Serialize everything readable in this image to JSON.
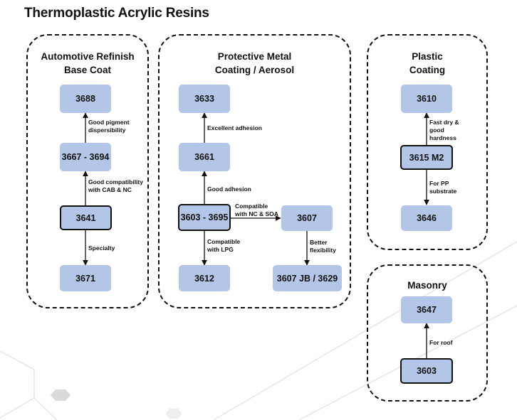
{
  "title": "Thermoplastic Acrylic Resins",
  "groups": {
    "auto": "Automotive Refinish\nBase Coat",
    "metal": "Protective Metal\nCoating / Aerosol",
    "plastic": "Plastic\nCoating",
    "masonry": "Masonry"
  },
  "nodes": {
    "n3688": "3688",
    "n3667": "3667 - 3694",
    "n3641": "3641",
    "n3671": "3671",
    "n3633": "3633",
    "n3661": "3661",
    "n3603_3695": "3603 - 3695",
    "n3607": "3607",
    "n3612": "3612",
    "n3607jb": "3607 JB / 3629",
    "n3610": "3610",
    "n3615": "3615 M2",
    "n3646": "3646",
    "n3647": "3647",
    "n3603": "3603"
  },
  "edge_labels": {
    "e1": "Good pigment\ndispersibility",
    "e2": "Good compatibility\nwith CAB & NC",
    "e3": "Specialty",
    "e4": "Excellent adhesion",
    "e5": "Good adhesion",
    "e6": "Compatible\nwith NC & SOA",
    "e7": "Compatible\nwith LPG",
    "e8": "Better\nflexibility",
    "e9": "Fast dry &\ngood\nhardness",
    "e10": "For PP\nsubstrate",
    "e11": "For roof"
  }
}
